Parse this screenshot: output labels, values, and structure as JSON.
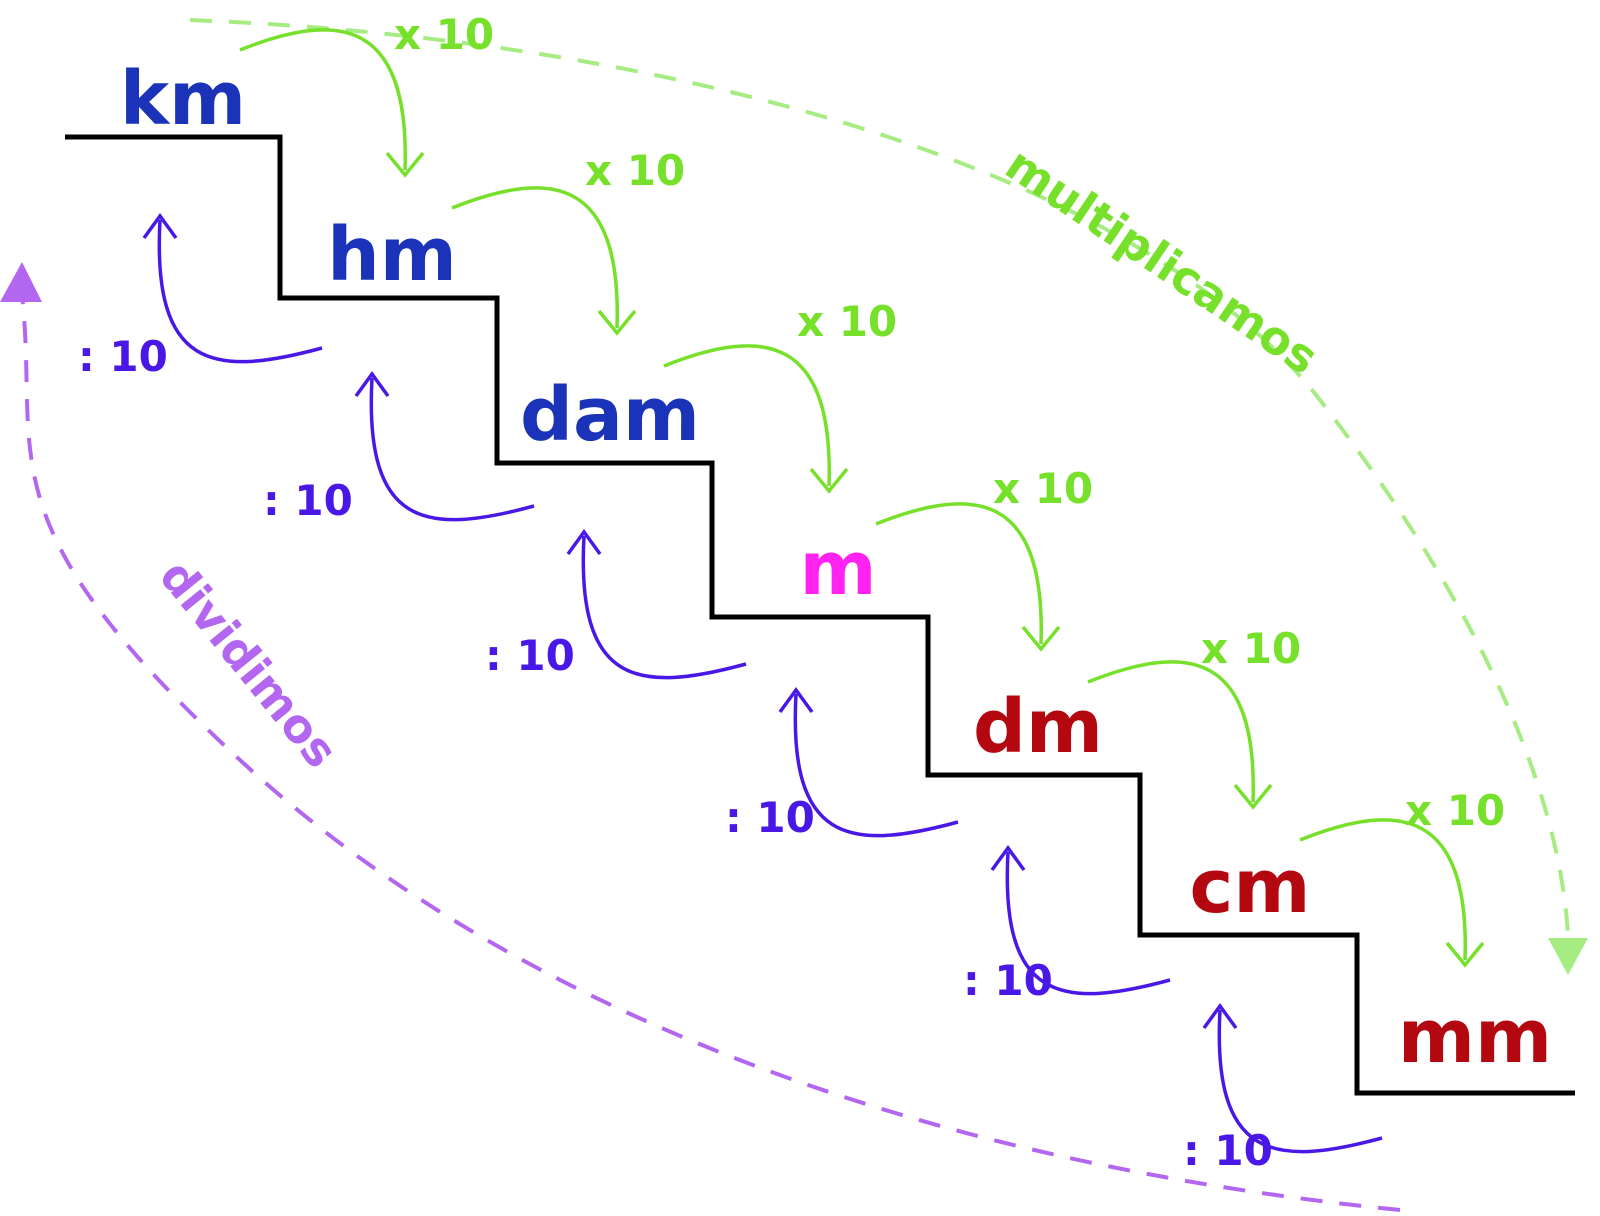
{
  "units": [
    {
      "label": "km",
      "color": "#1a33b8"
    },
    {
      "label": "hm",
      "color": "#1a33b8"
    },
    {
      "label": "dam",
      "color": "#1a33b8"
    },
    {
      "label": "m",
      "color": "#ff22f0"
    },
    {
      "label": "dm",
      "color": "#b3080f"
    },
    {
      "label": "cm",
      "color": "#b3080f"
    },
    {
      "label": "mm",
      "color": "#b3080f"
    }
  ],
  "multiply_labels": [
    "x 10",
    "x 10",
    "x 10",
    "x 10",
    "x 10",
    "x 10"
  ],
  "divide_labels": [
    ": 10",
    ": 10",
    ": 10",
    ": 10",
    ": 10",
    ": 10"
  ],
  "captions": {
    "multiply": "multiplicamos",
    "divide": "dividimos"
  },
  "colors": {
    "stairs": "#000000",
    "multiply_arrow": "#77e02a",
    "multiply_text": "#77e02a",
    "multiply_guide": "#a6ec83",
    "divide_arrow": "#4a18e6",
    "divide_text": "#4a18e6",
    "divide_guide": "#b367f0"
  }
}
